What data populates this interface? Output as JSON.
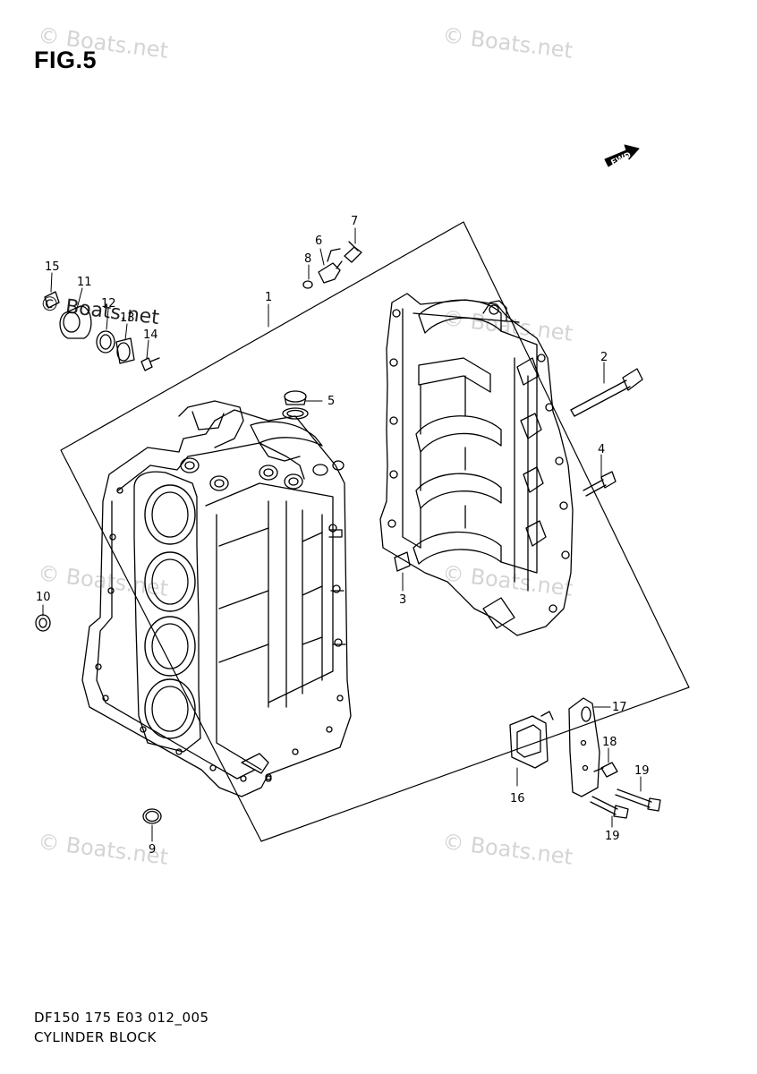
{
  "figure": {
    "title": "FIG.5"
  },
  "watermark": {
    "text": "© Boats.net"
  },
  "fwd_label": "FWD",
  "callouts": [
    "1",
    "2",
    "3",
    "4",
    "5",
    "6",
    "7",
    "8",
    "9",
    "10",
    "11",
    "12",
    "13",
    "14",
    "15",
    "16",
    "17",
    "18",
    "19",
    "19"
  ],
  "footer": {
    "code": "DF150 175 E03 012_005",
    "name": "CYLINDER BLOCK"
  }
}
